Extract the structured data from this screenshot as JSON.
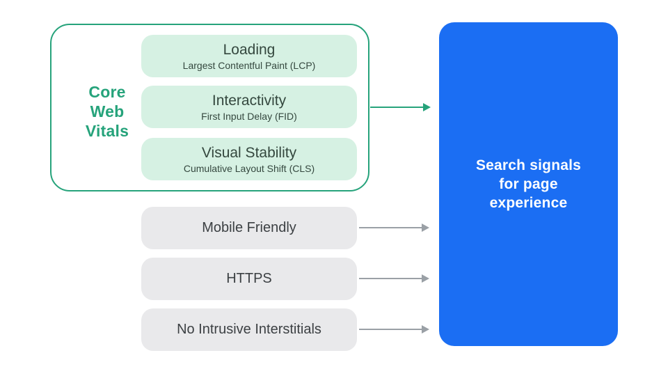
{
  "diagram": {
    "core_web_vitals": {
      "label": "Core\nWeb\nVitals",
      "vitals": [
        {
          "title": "Loading",
          "subtitle": "Largest Contentful Paint (LCP)"
        },
        {
          "title": "Interactivity",
          "subtitle": "First Input Delay (FID)"
        },
        {
          "title": "Visual Stability",
          "subtitle": "Cumulative Layout Shift (CLS)"
        }
      ]
    },
    "other_signals": [
      "Mobile Friendly",
      "HTTPS",
      "No Intrusive Interstitials"
    ],
    "result_box": {
      "label": "Search signals\nfor page\nexperience"
    },
    "colors": {
      "green": "#26a37b",
      "light_green": "#d6f1e3",
      "dark_green_text": "#34473e",
      "gray_fill": "#e9e9eb",
      "dark_gray_text": "#3c4043",
      "arrow_gray": "#9aa0a6",
      "blue": "#1b6ef3",
      "white_text": "#ffffff"
    }
  }
}
